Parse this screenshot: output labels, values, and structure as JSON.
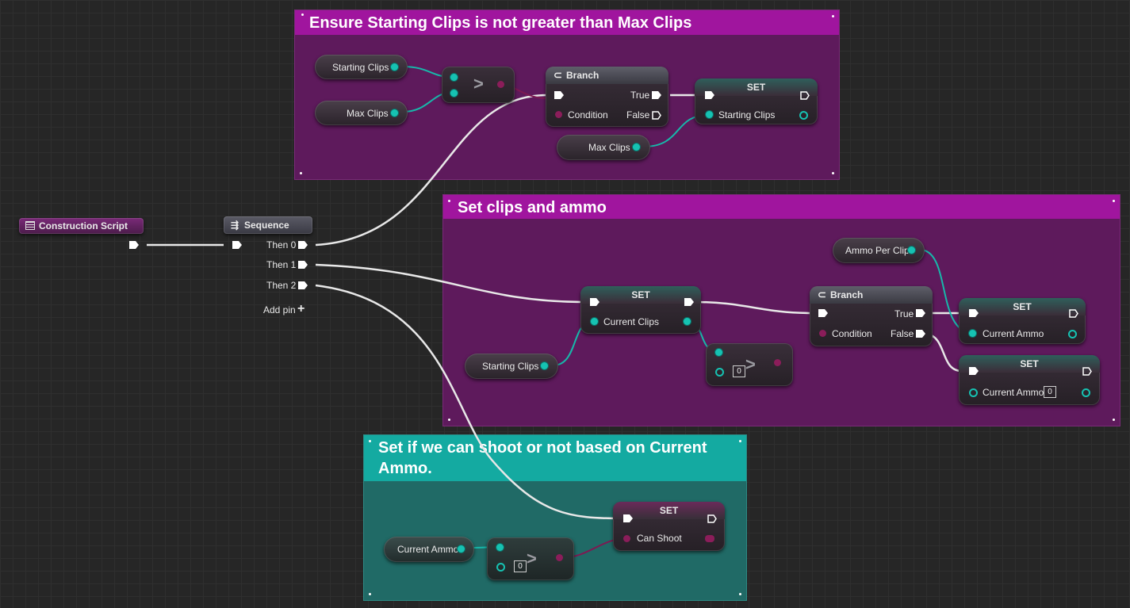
{
  "comments": {
    "clips_check": "Ensure Starting Clips is not greater than Max Clips",
    "clips_ammo": "Set clips and ammo",
    "shoot": "Set if we can shoot or not based on Current Ammo."
  },
  "nodes": {
    "construction_script": "Construction Script",
    "sequence": {
      "title": "Sequence",
      "then0": "Then 0",
      "then1": "Then 1",
      "then2": "Then 2",
      "add_pin": "Add pin"
    },
    "starting_clips_1": "Starting Clips",
    "max_clips_1": "Max Clips",
    "compare_symbol": ">",
    "branch_1": {
      "title": "Branch",
      "true": "True",
      "false": "False",
      "condition": "Condition"
    },
    "set_1": {
      "title": "SET",
      "pin": "Starting Clips"
    },
    "max_clips_2": "Max Clips",
    "set_2": {
      "title": "SET",
      "pin": "Current Clips"
    },
    "starting_clips_2": "Starting Clips",
    "compare_2_value": "0",
    "branch_2": {
      "title": "Branch",
      "true": "True",
      "false": "False",
      "condition": "Condition"
    },
    "ammo_per_clip": "Ammo Per Clip",
    "set_3": {
      "title": "SET",
      "pin": "Current Ammo"
    },
    "set_4": {
      "title": "SET",
      "pin": "Current Ammo",
      "value": "0"
    },
    "current_ammo": "Current Ammo",
    "compare_3_value": "0",
    "set_5": {
      "title": "SET",
      "pin": "Can Shoot"
    }
  },
  "colors": {
    "comment_magenta": "#a0159e",
    "comment_teal": "#14aaa1",
    "pin_teal": "#16c2b2",
    "pin_bool": "#8b1d5a",
    "exec_wire": "#ffffff"
  }
}
